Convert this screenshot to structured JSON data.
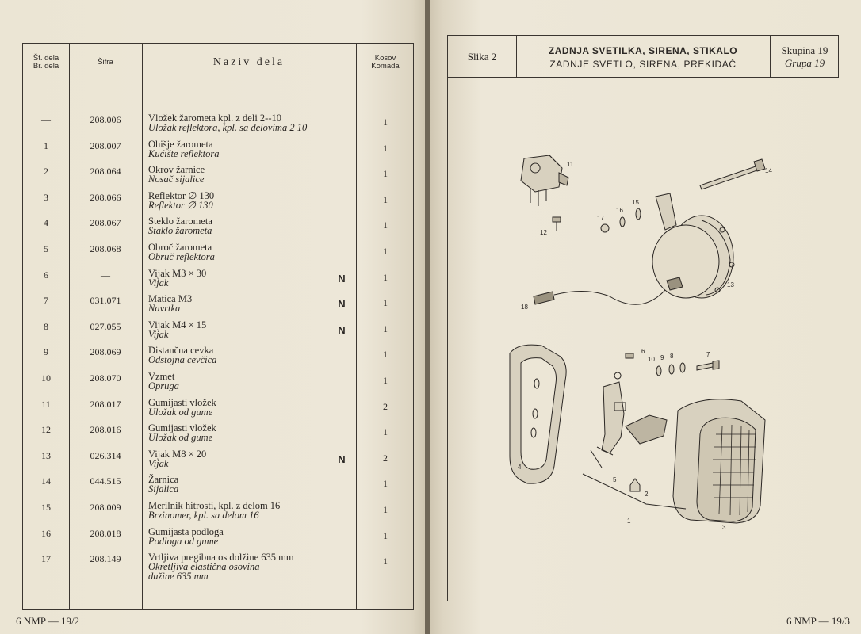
{
  "left": {
    "headers": {
      "no_line1": "Št. dela",
      "no_line2": "Br. dela",
      "code": "Šifra",
      "name": "Naziv dela",
      "qty_line1": "Kosov",
      "qty_line2": "Komada"
    },
    "rows": [
      {
        "no": "—",
        "code": "208.006",
        "sl": "Vložek žarometa kpl. z deli 2--10",
        "sr": "Uložak reflektora, kpl. sa delovima 2 10",
        "mark": "",
        "qty": "1"
      },
      {
        "no": "1",
        "code": "208.007",
        "sl": "Ohišje žarometa",
        "sr": "Kućište reflektora",
        "mark": "",
        "qty": "1"
      },
      {
        "no": "2",
        "code": "208.064",
        "sl": "Okrov žarnice",
        "sr": "Nosač sijalice",
        "mark": "",
        "qty": "1"
      },
      {
        "no": "3",
        "code": "208.066",
        "sl": "Reflektor ∅ 130",
        "sr": "Reflektor ∅ 130",
        "mark": "",
        "qty": "1"
      },
      {
        "no": "4",
        "code": "208.067",
        "sl": "Steklo žarometa",
        "sr": "Staklo žarometa",
        "mark": "",
        "qty": "1"
      },
      {
        "no": "5",
        "code": "208.068",
        "sl": "Obroč žarometa",
        "sr": "Obruč reflektora",
        "mark": "",
        "qty": "1"
      },
      {
        "no": "6",
        "code": "—",
        "sl": "Vijak M3 × 30",
        "sr": "Vijak",
        "mark": "N",
        "qty": "1"
      },
      {
        "no": "7",
        "code": "031.071",
        "sl": "Matica M3",
        "sr": "Navrtka",
        "mark": "N",
        "qty": "1"
      },
      {
        "no": "8",
        "code": "027.055",
        "sl": "Vijak M4 × 15",
        "sr": "Vijak",
        "mark": "N",
        "qty": "1"
      },
      {
        "no": "9",
        "code": "208.069",
        "sl": "Distančna cevka",
        "sr": "Odstojna cevčica",
        "mark": "",
        "qty": "1"
      },
      {
        "no": "10",
        "code": "208.070",
        "sl": "Vzmet",
        "sr": "Opruga",
        "mark": "",
        "qty": "1"
      },
      {
        "no": "11",
        "code": "208.017",
        "sl": "Gumijasti vložek",
        "sr": "Uložak od gume",
        "mark": "",
        "qty": "2"
      },
      {
        "no": "12",
        "code": "208.016",
        "sl": "Gumijasti vložek",
        "sr": "Uložak od gume",
        "mark": "",
        "qty": "1"
      },
      {
        "no": "13",
        "code": "026.314",
        "sl": "Vijak M8 × 20",
        "sr": "Vijak",
        "mark": "N",
        "qty": "2"
      },
      {
        "no": "14",
        "code": "044.515",
        "sl": "Žarnica",
        "sr": "Sijalica",
        "mark": "",
        "qty": "1"
      },
      {
        "no": "15",
        "code": "208.009",
        "sl": "Merilnik hitrosti, kpl. z delom 16",
        "sr": "Brzinomer, kpl. sa delom 16",
        "mark": "",
        "qty": "1"
      },
      {
        "no": "16",
        "code": "208.018",
        "sl": "Gumijasta podloga",
        "sr": "Podloga od gume",
        "mark": "",
        "qty": "1"
      },
      {
        "no": "17",
        "code": "208.149",
        "sl": "Vrtljiva pregibna os dolžine 635 mm",
        "sr": "Okretljiva elastična osovina",
        "sr2": "dužine 635 mm",
        "mark": "",
        "qty": "1"
      }
    ],
    "footer": "6 NMP — 19/2"
  },
  "right": {
    "figure": "Slika 2",
    "title_sl": "ZADNJA SVETILKA, SIRENA, STIKALO",
    "title_sr": "ZADNJE SVETLO, SIRENA, PREKIDAČ",
    "group_sl": "Skupina 19",
    "group_sr": "Grupa 19",
    "callouts": [
      "11",
      "14",
      "12",
      "17",
      "16",
      "15",
      "13",
      "18",
      "6",
      "10",
      "9",
      "8",
      "7",
      "4",
      "5",
      "2",
      "1",
      "3"
    ],
    "footer": "6 NMP — 19/3"
  }
}
